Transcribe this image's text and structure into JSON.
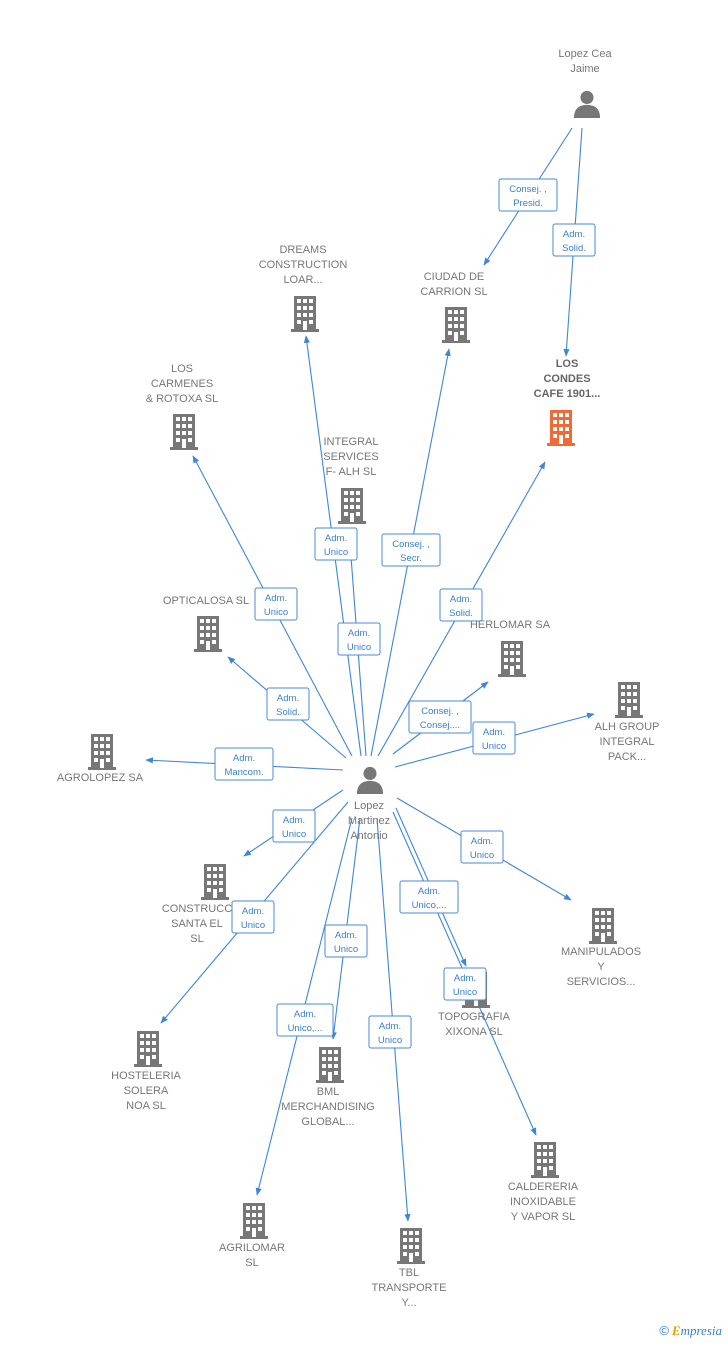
{
  "colors": {
    "edge": "#3f86d8",
    "label_border": "#4a8ad8",
    "label_text": "#3a7fcf",
    "building": "#777777",
    "building_focus": "#f06a35",
    "person": "#777777",
    "node_text": "#777777"
  },
  "nodes": [
    {
      "id": "lopez_cea",
      "kind": "person",
      "icon": "person-icon",
      "label": [
        "Lopez Cea",
        "Jaime"
      ]
    },
    {
      "id": "lopez_martinez",
      "kind": "person",
      "icon": "person-icon",
      "label": [
        "Lopez",
        "Martinez",
        "Antonio"
      ]
    },
    {
      "id": "los_condes",
      "kind": "company",
      "icon": "building-icon",
      "focus": true,
      "label": [
        "LOS",
        "CONDES",
        "CAFE 1901..."
      ]
    },
    {
      "id": "dreams",
      "kind": "company",
      "icon": "building-icon",
      "label": [
        "DREAMS",
        "CONSTRUCTION",
        "LOAR..."
      ]
    },
    {
      "id": "ciudad_carrion",
      "kind": "company",
      "icon": "building-icon",
      "label": [
        "CIUDAD DE",
        "CARRION SL"
      ]
    },
    {
      "id": "los_carmenes",
      "kind": "company",
      "icon": "building-icon",
      "label": [
        "LOS",
        "CARMENES",
        "& ROTOXA SL"
      ]
    },
    {
      "id": "integral_services",
      "kind": "company",
      "icon": "building-icon",
      "label": [
        "INTEGRAL",
        "SERVICES",
        "F- ALH  SL"
      ]
    },
    {
      "id": "opticalosa",
      "kind": "company",
      "icon": "building-icon",
      "label": [
        "OPTICALOSA SL"
      ]
    },
    {
      "id": "herlomar",
      "kind": "company",
      "icon": "building-icon",
      "label": [
        "HERLOMAR SA"
      ]
    },
    {
      "id": "alh_group",
      "kind": "company",
      "icon": "building-icon",
      "label": [
        "ALH GROUP",
        "INTEGRAL",
        "PACK..."
      ]
    },
    {
      "id": "agrolopez",
      "kind": "company",
      "icon": "building-icon",
      "label": [
        "AGROLOPEZ SA"
      ]
    },
    {
      "id": "construcc",
      "kind": "company",
      "icon": "building-icon",
      "label": [
        "CONSTRUCC",
        "SANTA EL",
        "SL"
      ]
    },
    {
      "id": "manipulados",
      "kind": "company",
      "icon": "building-icon",
      "label": [
        "MANIPULADOS",
        "Y",
        "SERVICIOS..."
      ]
    },
    {
      "id": "topografia",
      "kind": "company",
      "icon": "building-icon",
      "label": [
        "TOPOGRAFIA",
        "XIXONA  SL"
      ]
    },
    {
      "id": "hosteleria",
      "kind": "company",
      "icon": "building-icon",
      "label": [
        "HOSTELERIA",
        "SOLERA",
        "NOA SL"
      ]
    },
    {
      "id": "bml",
      "kind": "company",
      "icon": "building-icon",
      "label": [
        "BML",
        "MERCHANDISING",
        "GLOBAL..."
      ]
    },
    {
      "id": "caldereria",
      "kind": "company",
      "icon": "building-icon",
      "label": [
        "CALDERERIA",
        "INOXIDABLE",
        "Y VAPOR  SL"
      ]
    },
    {
      "id": "agrilomar",
      "kind": "company",
      "icon": "building-icon",
      "label": [
        "AGRILOMAR",
        "SL"
      ]
    },
    {
      "id": "tbl",
      "kind": "company",
      "icon": "building-icon",
      "label": [
        "TBL",
        "TRANSPORTE",
        "Y..."
      ]
    }
  ],
  "edges": [
    {
      "from": "lopez_cea",
      "to": "ciudad_carrion",
      "label": [
        "Consej. ,",
        "Presid."
      ]
    },
    {
      "from": "lopez_cea",
      "to": "los_condes",
      "label": [
        "Adm.",
        "Solid."
      ]
    },
    {
      "from": "lopez_martinez",
      "to": "dreams",
      "label": [
        "Adm.",
        "Unico"
      ]
    },
    {
      "from": "lopez_martinez",
      "to": "integral_services",
      "label": [
        "Adm.",
        "Unico"
      ]
    },
    {
      "from": "lopez_martinez",
      "to": "ciudad_carrion",
      "label": [
        "Consej. ,",
        "Secr."
      ]
    },
    {
      "from": "lopez_martinez",
      "to": "los_condes",
      "label": [
        "Adm.",
        "Solid."
      ]
    },
    {
      "from": "lopez_martinez",
      "to": "los_carmenes",
      "label": [
        "Adm.",
        "Unico"
      ]
    },
    {
      "from": "lopez_martinez",
      "to": "opticalosa",
      "label": [
        "Adm.",
        "Solid."
      ]
    },
    {
      "from": "lopez_martinez",
      "to": "herlomar",
      "label": [
        "Consej. ,",
        "Consej...."
      ]
    },
    {
      "from": "lopez_martinez",
      "to": "alh_group",
      "label": [
        "Adm.",
        "Unico"
      ]
    },
    {
      "from": "lopez_martinez",
      "to": "agrolopez",
      "label": [
        "Adm.",
        "Mancom."
      ]
    },
    {
      "from": "lopez_martinez",
      "to": "construcc",
      "label": [
        "Adm.",
        "Unico"
      ]
    },
    {
      "from": "lopez_martinez",
      "to": "hosteleria",
      "label": [
        "Adm.",
        "Unico"
      ]
    },
    {
      "from": "lopez_martinez",
      "to": "manipulados",
      "label": [
        "Adm.",
        "Unico"
      ]
    },
    {
      "from": "lopez_martinez",
      "to": "topografia",
      "label": [
        "Adm.",
        "Unico,..."
      ]
    },
    {
      "from": "lopez_martinez",
      "to": "caldereria",
      "label": [
        "Adm.",
        "Unico"
      ]
    },
    {
      "from": "lopez_martinez",
      "to": "bml",
      "label": [
        "Adm.",
        "Unico"
      ]
    },
    {
      "from": "lopez_martinez",
      "to": "agrilomar",
      "label": [
        "Adm.",
        "Unico,..."
      ]
    },
    {
      "from": "lopez_martinez",
      "to": "tbl",
      "label": [
        "Adm.",
        "Unico"
      ]
    }
  ],
  "brand": {
    "copyright": "©",
    "name": "mpresia",
    "initial": "E"
  }
}
